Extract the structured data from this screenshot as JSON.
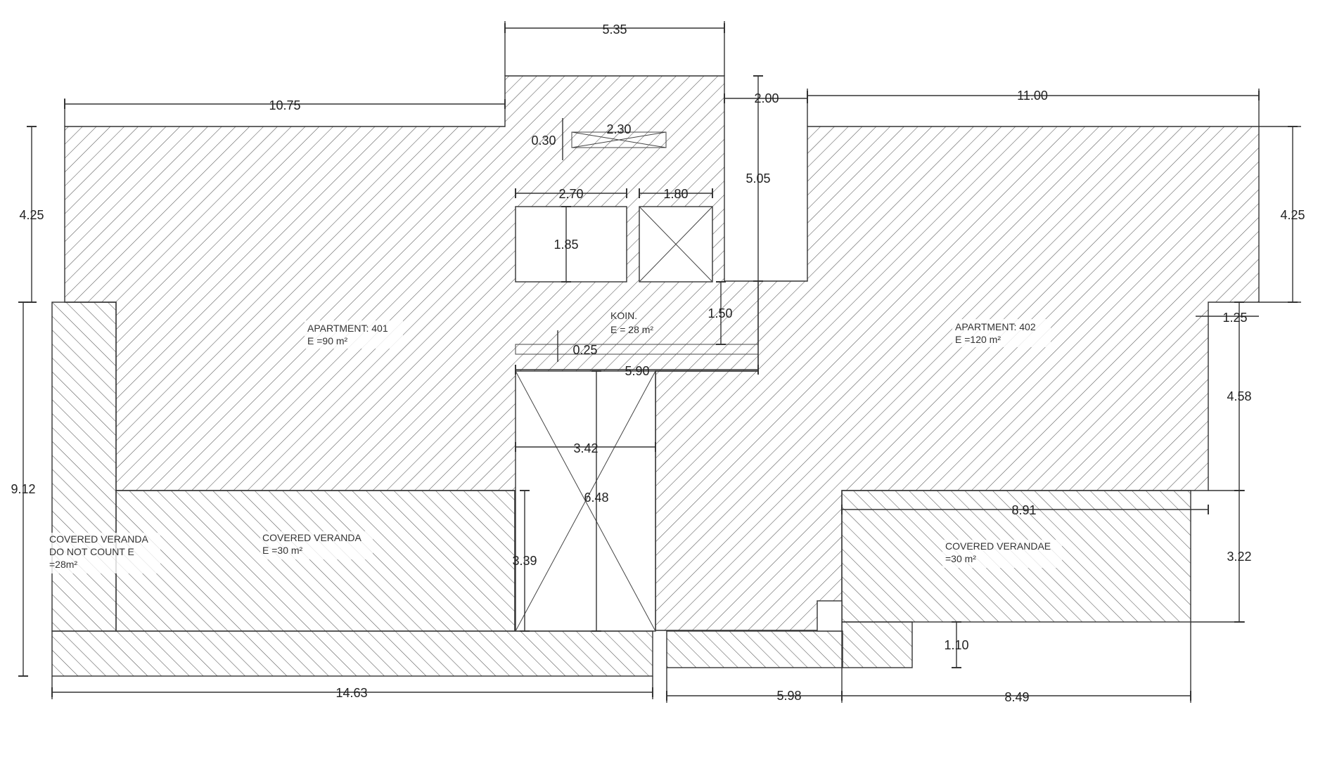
{
  "dimensions": {
    "top_width": "5.35",
    "left_width": "10.75",
    "right_width": "11.00",
    "gap_width": "2.00",
    "left_height": "4.25",
    "right_height": "4.25",
    "core_height": "5.05",
    "slot_height": "0.30",
    "slot_width": "2.30",
    "room_a_width": "2.70",
    "room_b_width": "1.80",
    "room_a_height": "1.85",
    "koin_height": "1.50",
    "ledge": "0.25",
    "shaft_top_width": "5.90",
    "shaft_width": "3.42",
    "shaft_height": "6.48",
    "veranda_left_height": "3.39",
    "left_total_height": "9.12",
    "bottom_left_width": "14.63",
    "right_offset": "1.25",
    "right_mid_height": "4.58",
    "veranda_right_width": "8.91",
    "veranda_right_height": "3.22",
    "step_height": "1.10",
    "bottom_mid_width": "5.98",
    "bottom_right_width": "8.49"
  },
  "labels": {
    "apt401_name": "APARTMENT: 401",
    "apt401_area": "E =90 m²",
    "apt402_name": "APARTMENT: 402",
    "apt402_area": "E =120 m²",
    "koin_name": "KOIN.",
    "koin_area": "E = 28 m²",
    "veranda_side_1": "COVERED VERANDA",
    "veranda_side_2": "DO NOT COUNT E",
    "veranda_side_3": "=28m²",
    "veranda_left_name": "COVERED VERANDA",
    "veranda_left_area": "E =30 m²",
    "veranda_right_name": "COVERED VERANDAE",
    "veranda_right_area": "=30 m²"
  }
}
